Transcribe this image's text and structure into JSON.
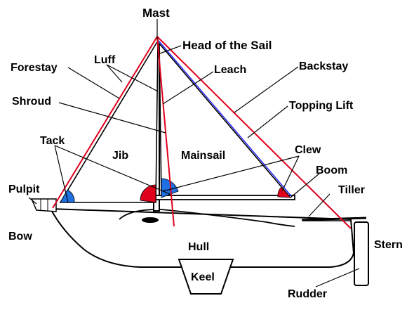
{
  "labels": {
    "mast": "Mast",
    "head_of_sail": "Head of the Sail",
    "luff": "Luff",
    "leach": "Leach",
    "forestay": "Forestay",
    "backstay": "Backstay",
    "shroud": "Shroud",
    "topping_lift": "Topping Lift",
    "tack": "Tack",
    "jib": "Jib",
    "mainsail": "Mainsail",
    "clew": "Clew",
    "boom": "Boom",
    "pulpit": "Pulpit",
    "tiller": "Tiller",
    "bow": "Bow",
    "hull": "Hull",
    "stern": "Stern",
    "keel": "Keel",
    "rudder": "Rudder"
  },
  "colors": {
    "rigging": "#e0001b",
    "topping_lift": "#1a1aff",
    "tack_corner": "#1e6fe0",
    "clew_corner": "#e0001b",
    "outline": "#000000"
  }
}
